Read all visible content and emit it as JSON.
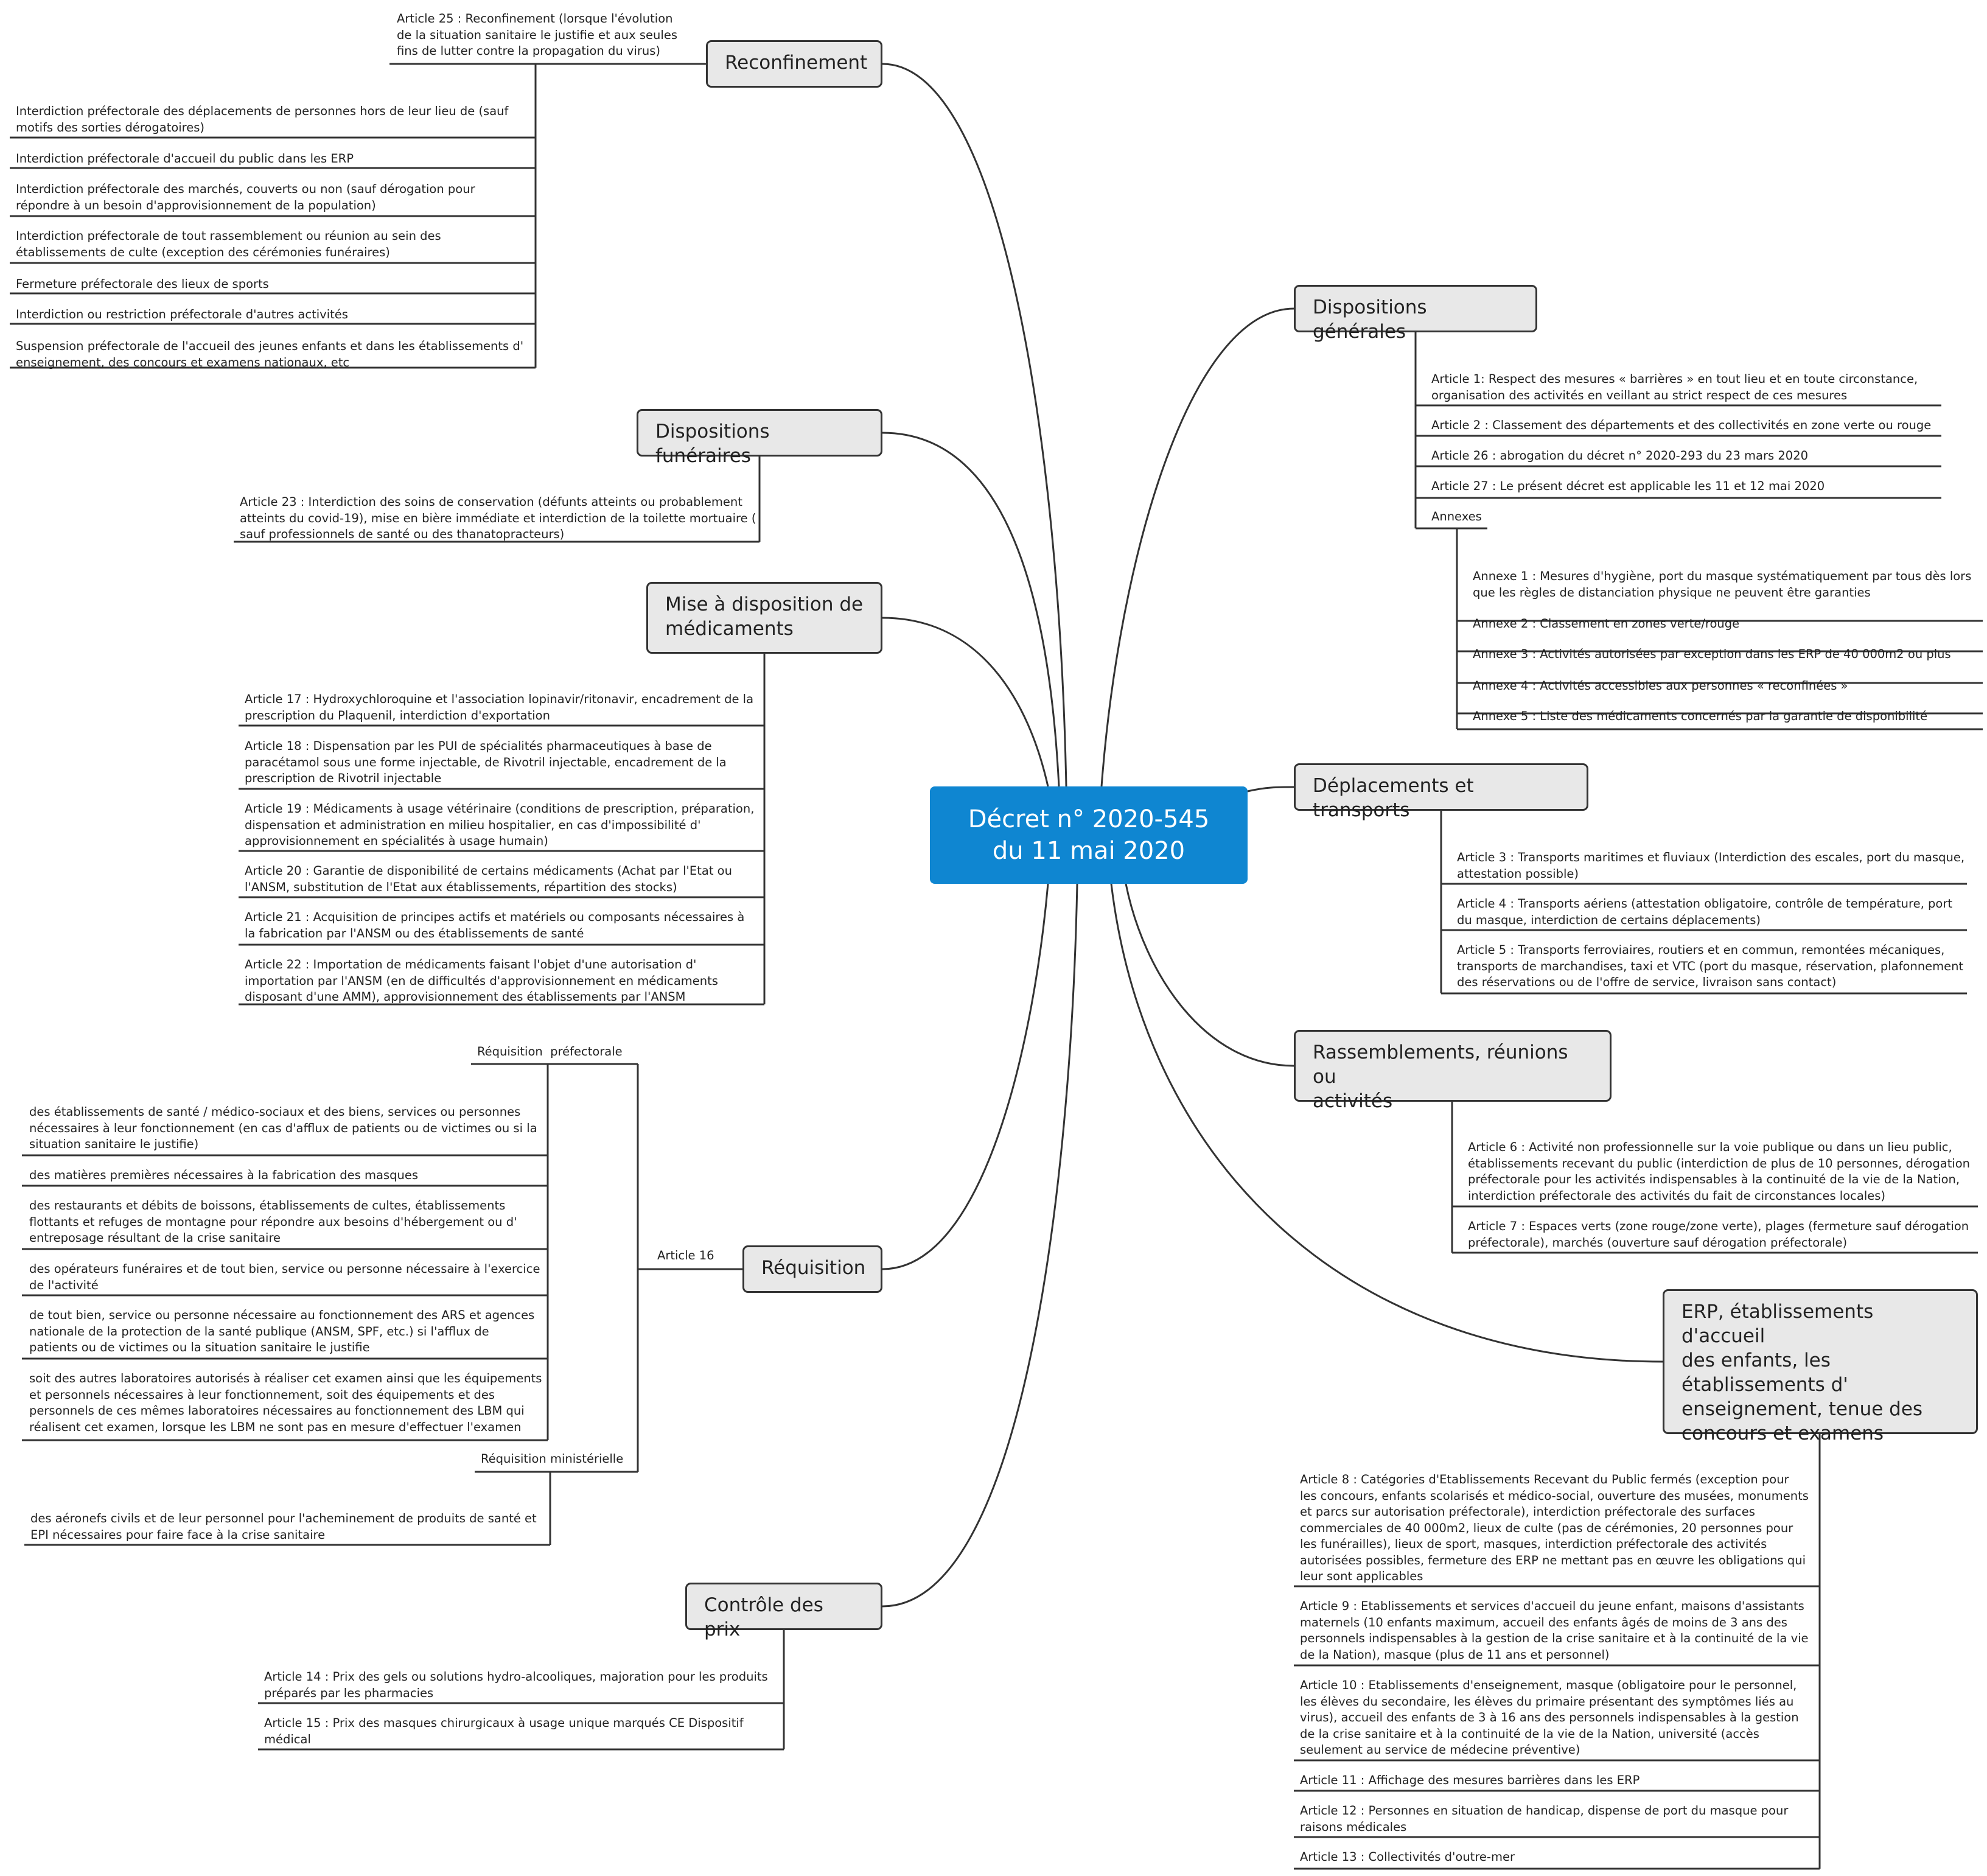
{
  "central": {
    "title": "Décret n° 2020-545\ndu 11 mai 2020"
  },
  "topics": {
    "reconfinement": {
      "title": "Reconfinement",
      "intro": "Article 25 : Reconfinement (lorsque l'évolution\nde la situation sanitaire le justifie et aux seules\nfins de lutter contre la propagation du virus)",
      "items": [
        "Interdiction préfectorale des déplacements de personnes hors de leur lieu de (sauf\nmotifs des sorties dérogatoires)",
        "Interdiction préfectorale d'accueil du public dans les ERP",
        "Interdiction préfectorale des marchés, couverts ou non (sauf dérogation pour\nrépondre à un besoin d'approvisionnement de la population)",
        "Interdiction préfectorale de tout rassemblement ou réunion au sein des\nétablissements de culte (exception des cérémonies funéraires)",
        "Fermeture préfectorale des lieux de sports",
        "Interdiction ou restriction préfectorale d'autres activités",
        "Suspension préfectorale de l'accueil des jeunes enfants et dans les établissements d'\nenseignement, des concours et examens nationaux, etc"
      ]
    },
    "funeraires": {
      "title": "Dispositions funéraires",
      "items": [
        "Article 23 : Interdiction des soins de conservation (défunts atteints ou probablement\natteints du covid-19), mise en bière immédiate et interdiction de la toilette mortuaire (\nsauf professionnels de santé ou des thanatopracteurs)"
      ]
    },
    "medicaments": {
      "title": "Mise à disposition de\nmédicaments",
      "items": [
        "Article 17 : Hydroxychloroquine et l'association lopinavir/ritonavir, encadrement de la\nprescription du Plaquenil, interdiction d'exportation",
        "Article 18 : Dispensation par les PUI de spécialités pharmaceutiques à base de\nparacétamol sous une forme injectable, de Rivotril injectable, encadrement de la\nprescription de Rivotril injectable",
        "Article 19 : Médicaments à usage vétérinaire (conditions de prescription, préparation,\ndispensation et administration en milieu hospitalier, en cas d'impossibilité d'\napprovisionnement en spécialités à usage humain)",
        "Article 20 : Garantie de disponibilité de certains médicaments (Achat par l'Etat ou\nl'ANSM, substitution de l'Etat aux établissements, répartition des stocks)",
        "Article 21 : Acquisition de principes actifs et matériels ou composants nécessaires à\nla fabrication par l'ANSM ou des établissements de santé",
        "Article 22 : Importation de médicaments faisant l'objet d'une autorisation d'\nimportation par l'ANSM (en de difficultés d'approvisionnement en médicaments\ndisposant d'une AMM), approvisionnement des établissements par l'ANSM"
      ]
    },
    "requisition": {
      "title": "Réquisition",
      "article": "Article 16",
      "prefectorale": {
        "label": "Réquisition  préfectorale",
        "items": [
          "des établissements de santé / médico-sociaux et des biens, services ou personnes\nnécessaires à leur fonctionnement (en cas d'afflux de patients ou de victimes ou si la\nsituation sanitaire le justifie)",
          "des matières premières nécessaires à la fabrication des masques",
          "des restaurants et débits de boissons, établissements de cultes, établissements\nflottants et refuges de montagne pour répondre aux besoins d'hébergement ou d'\nentreposage résultant de la crise sanitaire",
          "des opérateurs funéraires et de tout bien, service ou personne nécessaire à l'exercice\nde l'activité",
          "de tout bien, service ou personne nécessaire au fonctionnement des ARS et agences\nnationale de la protection de la santé publique (ANSM, SPF, etc.) si l'afflux de\npatients ou de victimes ou la situation sanitaire le justifie",
          "soit des autres laboratoires autorisés à réaliser cet examen ainsi que les équipements\net personnels nécessaires à leur fonctionnement, soit des équipements et des\npersonnels de ces mêmes laboratoires nécessaires au fonctionnement des LBM qui\nréalisent cet examen, lorsque les LBM ne sont pas en mesure d'effectuer l'examen"
        ]
      },
      "ministerielle": {
        "label": "Réquisition ministérielle",
        "items": [
          "des aéronefs civils et de leur personnel pour l'acheminement de produits de santé et\nEPI nécessaires pour faire face à la crise sanitaire"
        ]
      }
    },
    "prix": {
      "title": "Contrôle des prix",
      "items": [
        "Article 14 : Prix des gels ou solutions hydro-alcooliques, majoration pour les produits\npréparés par les pharmacies",
        "Article 15 : Prix des masques chirurgicaux à usage unique marqués CE Dispositif\nmédical"
      ]
    },
    "generales": {
      "title": "Dispositions générales",
      "items": [
        "Article 1: Respect des mesures « barrières » en tout lieu et en toute circonstance,\norganisation des activités en veillant au strict respect de ces mesures",
        "Article 2 : Classement des départements et des collectivités en zone verte ou rouge",
        "Article 26 : abrogation du décret n° 2020-293 du 23 mars 2020",
        "Article 27 : Le présent décret est applicable les 11 et 12 mai 2020"
      ],
      "annexes": {
        "label": "Annexes",
        "items": [
          "Annexe 1 : Mesures d'hygiène, port du masque systématiquement par tous dès lors\nque les règles de distanciation physique ne peuvent être garanties",
          "Annexe 2 : Classement en zones verte/rouge",
          "Annexe 3 : Activités autorisées par exception dans les ERP de 40 000m2 ou plus",
          "Annexe 4 : Activités accessibles aux personnes « reconfinées »",
          "Annexe 5 : Liste des médicaments concernés par la garantie de disponibilité"
        ]
      }
    },
    "deplacements": {
      "title": "Déplacements et transports",
      "items": [
        "Article 3 : Transports maritimes et fluviaux (Interdiction des escales, port du masque,\nattestation possible)",
        "Article 4 : Transports aériens (attestation obligatoire, contrôle de température, port\ndu masque, interdiction de certains déplacements)",
        "Article 5 : Transports ferroviaires, routiers et en commun, remontées mécaniques,\ntransports de marchandises, taxi et VTC (port du masque, réservation, plafonnement\ndes réservations ou de l'offre de service, livraison sans contact)"
      ]
    },
    "rassemblements": {
      "title": "Rassemblements, réunions ou\nactivités",
      "items": [
        "Article 6 : Activité non professionnelle sur la voie publique ou dans un lieu public,\nétablissements recevant du public (interdiction de plus de 10 personnes, dérogation\npréfectorale pour les activités indispensables à la continuité de la vie de la Nation,\ninterdiction préfectorale des activités du fait de circonstances locales)",
        "Article 7 : Espaces verts (zone rouge/zone verte), plages (fermeture sauf dérogation\npréfectorale), marchés (ouverture sauf dérogation préfectorale)"
      ]
    },
    "erp": {
      "title": "ERP, établissements d'accueil\ndes enfants, les\nétablissements d'\nenseignement, tenue des\nconcours et examens",
      "items": [
        "Article 8 : Catégories d'Etablissements Recevant du Public fermés (exception pour\nles concours, enfants scolarisés et médico-social, ouverture des musées, monuments\net parcs sur autorisation préfectorale), interdiction préfectorale des surfaces\ncommerciales de 40 000m2, lieux de culte (pas de cérémonies, 20 personnes pour\nles funérailles), lieux de sport, masques, interdiction préfectorale des activités\nautorisées possibles, fermeture des ERP ne mettant pas en œuvre les obligations qui\nleur sont applicables",
        "Article 9 : Etablissements et services d'accueil du jeune enfant, maisons d'assistants\nmaternels (10 enfants maximum, accueil des enfants âgés de moins de 3 ans des\npersonnels indispensables à la gestion de la crise sanitaire et à la continuité de la vie\nde la Nation), masque (plus de 11 ans et personnel)",
        "Article 10 : Etablissements d'enseignement, masque (obligatoire pour le personnel,\nles élèves du secondaire, les élèves du primaire présentant des symptômes liés au\nvirus), accueil des enfants de 3 à 16 ans des personnels indispensables à la gestion\nde la crise sanitaire et à la continuité de la vie de la Nation, université (accès\nseulement au service de médecine préventive)",
        "Article 11 : Affichage des mesures barrières dans les ERP",
        "Article 12 : Personnes en situation de handicap, dispense de port du masque pour\nraisons médicales",
        "Article 13 : Collectivités d'outre-mer"
      ]
    }
  }
}
